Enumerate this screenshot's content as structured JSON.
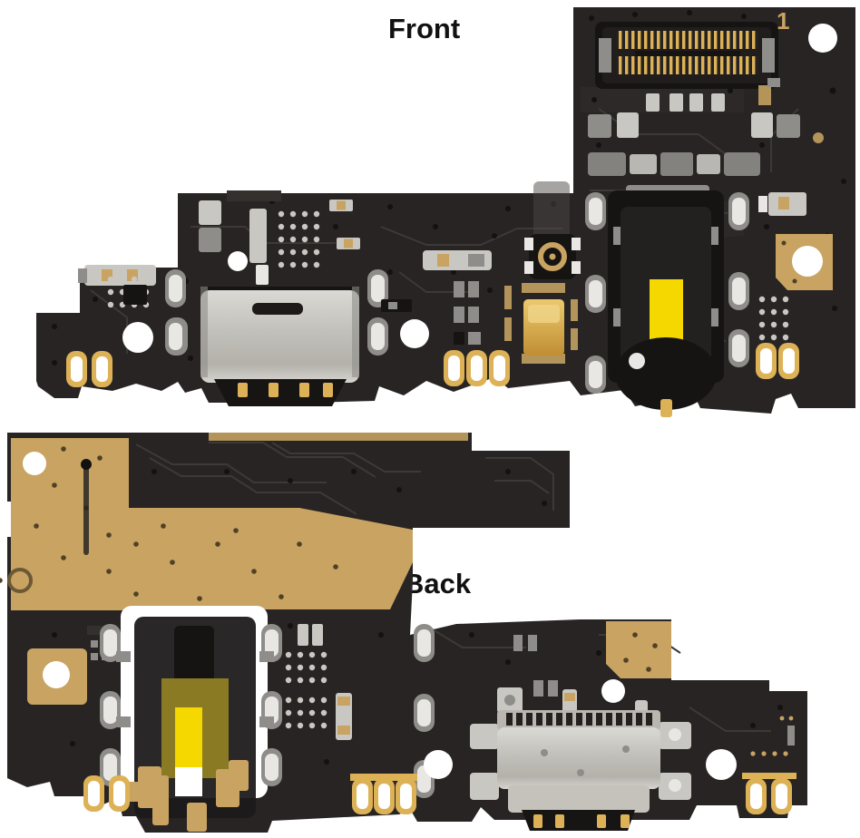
{
  "labels": {
    "front": "Front",
    "back": "Back"
  },
  "front_board": {
    "marking": "1"
  },
  "colors": {
    "bg": "#ffffff",
    "board": "#282424",
    "board2": "#34302e",
    "black": "#161313",
    "gold": "#c8a362",
    "goldBright": "#ddb257",
    "goldDim": "#b3945a",
    "goldDark": "#8a7240",
    "silver": "#c9c7c2",
    "silverDark": "#8f8d89",
    "silverLight": "#e9e7e3",
    "white": "#ffffff",
    "yellow": "#f5d800",
    "trace": "#3d3936",
    "via": "#141111",
    "goldVia": "#4f4026",
    "label": "#111111"
  }
}
